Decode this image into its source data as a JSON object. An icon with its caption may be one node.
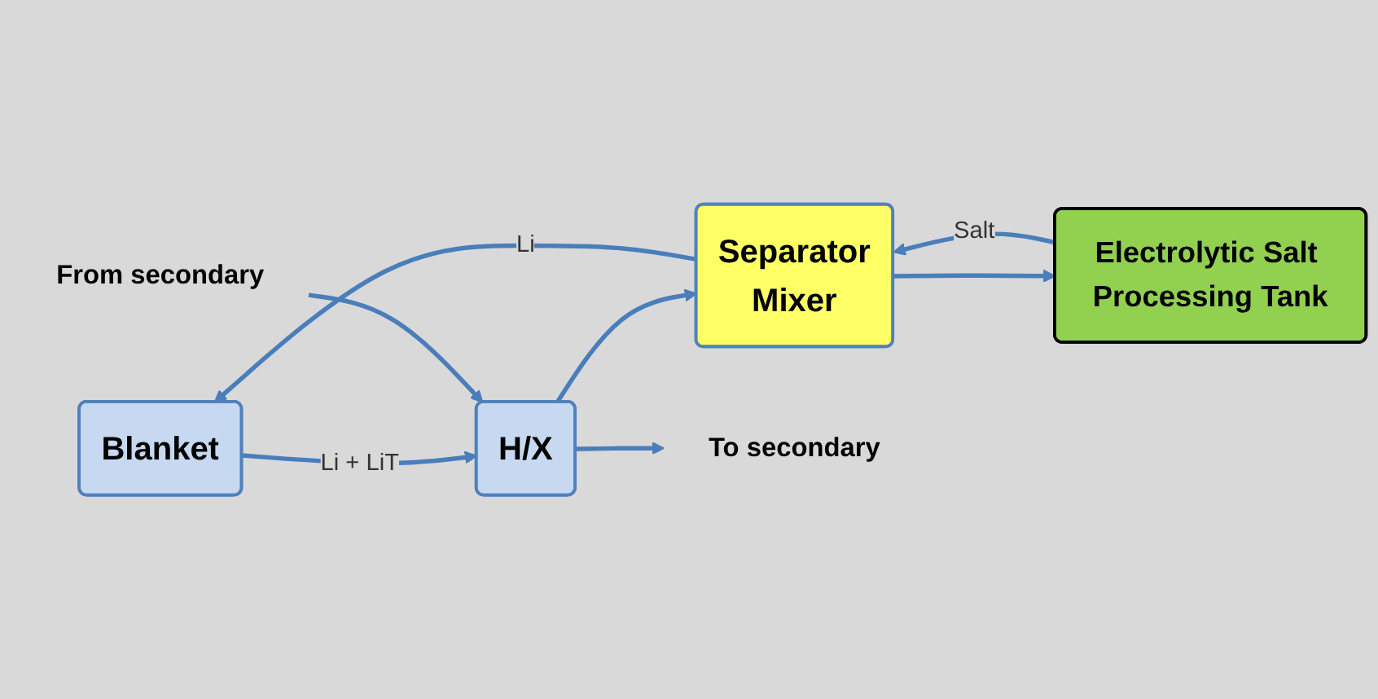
{
  "diagram": {
    "nodes": [
      {
        "text": [
          "Blanket"
        ]
      },
      {
        "text": [
          "Separator",
          "Mixer"
        ]
      },
      {
        "text": [
          "Electrolytic Salt Processing Tank"
        ]
      },
      {
        "text": [
          "H/X"
        ]
      },
      {
        "text": [
          "To secondary"
        ]
      },
      {
        "text": [
          "From secondary"
        ]
      }
    ],
    "edges": [
      {
        "from": 1,
        "to": 0,
        "arrow": "to",
        "label": "Li"
      },
      {
        "from": 1,
        "to": 2,
        "arrow": "to"
      },
      {
        "from": 0,
        "to": 3,
        "arrow": "to",
        "label": "Li + LiT"
      },
      {
        "from": 3,
        "to": 1,
        "arrow": "to"
      },
      {
        "from": 2,
        "to": 1,
        "arrow": "to",
        "label": "Salt"
      },
      {
        "from": 3,
        "to": 4,
        "arrow": "to"
      },
      {
        "from": 5,
        "to": 3,
        "arrow": "to"
      }
    ]
  }
}
